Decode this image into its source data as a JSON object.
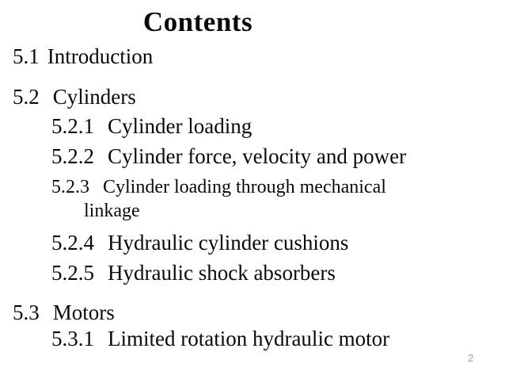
{
  "slide": {
    "title": "Contents",
    "page_number": "2",
    "toc": [
      {
        "number": "5.1",
        "label": "Introduction"
      },
      {
        "number": "5.2",
        "label": "Cylinders"
      },
      {
        "number": "5.2.1",
        "label": "Cylinder loading"
      },
      {
        "number": "5.2.2",
        "label": "Cylinder force, velocity and power"
      },
      {
        "number": "5.2.3",
        "label": "Cylinder loading through mechanical",
        "label_line2": "linkage"
      },
      {
        "number": "5.2.4",
        "label": "Hydraulic cylinder cushions"
      },
      {
        "number": "5.2.5",
        "label": "Hydraulic shock absorbers"
      },
      {
        "number": "5.3",
        "label": "Motors"
      },
      {
        "number": "5.3.1",
        "label": "Limited rotation hydraulic motor"
      }
    ],
    "colors": {
      "background": "#ffffff",
      "text": "#0a0a0a",
      "page_number": "#9b9b9b"
    }
  }
}
